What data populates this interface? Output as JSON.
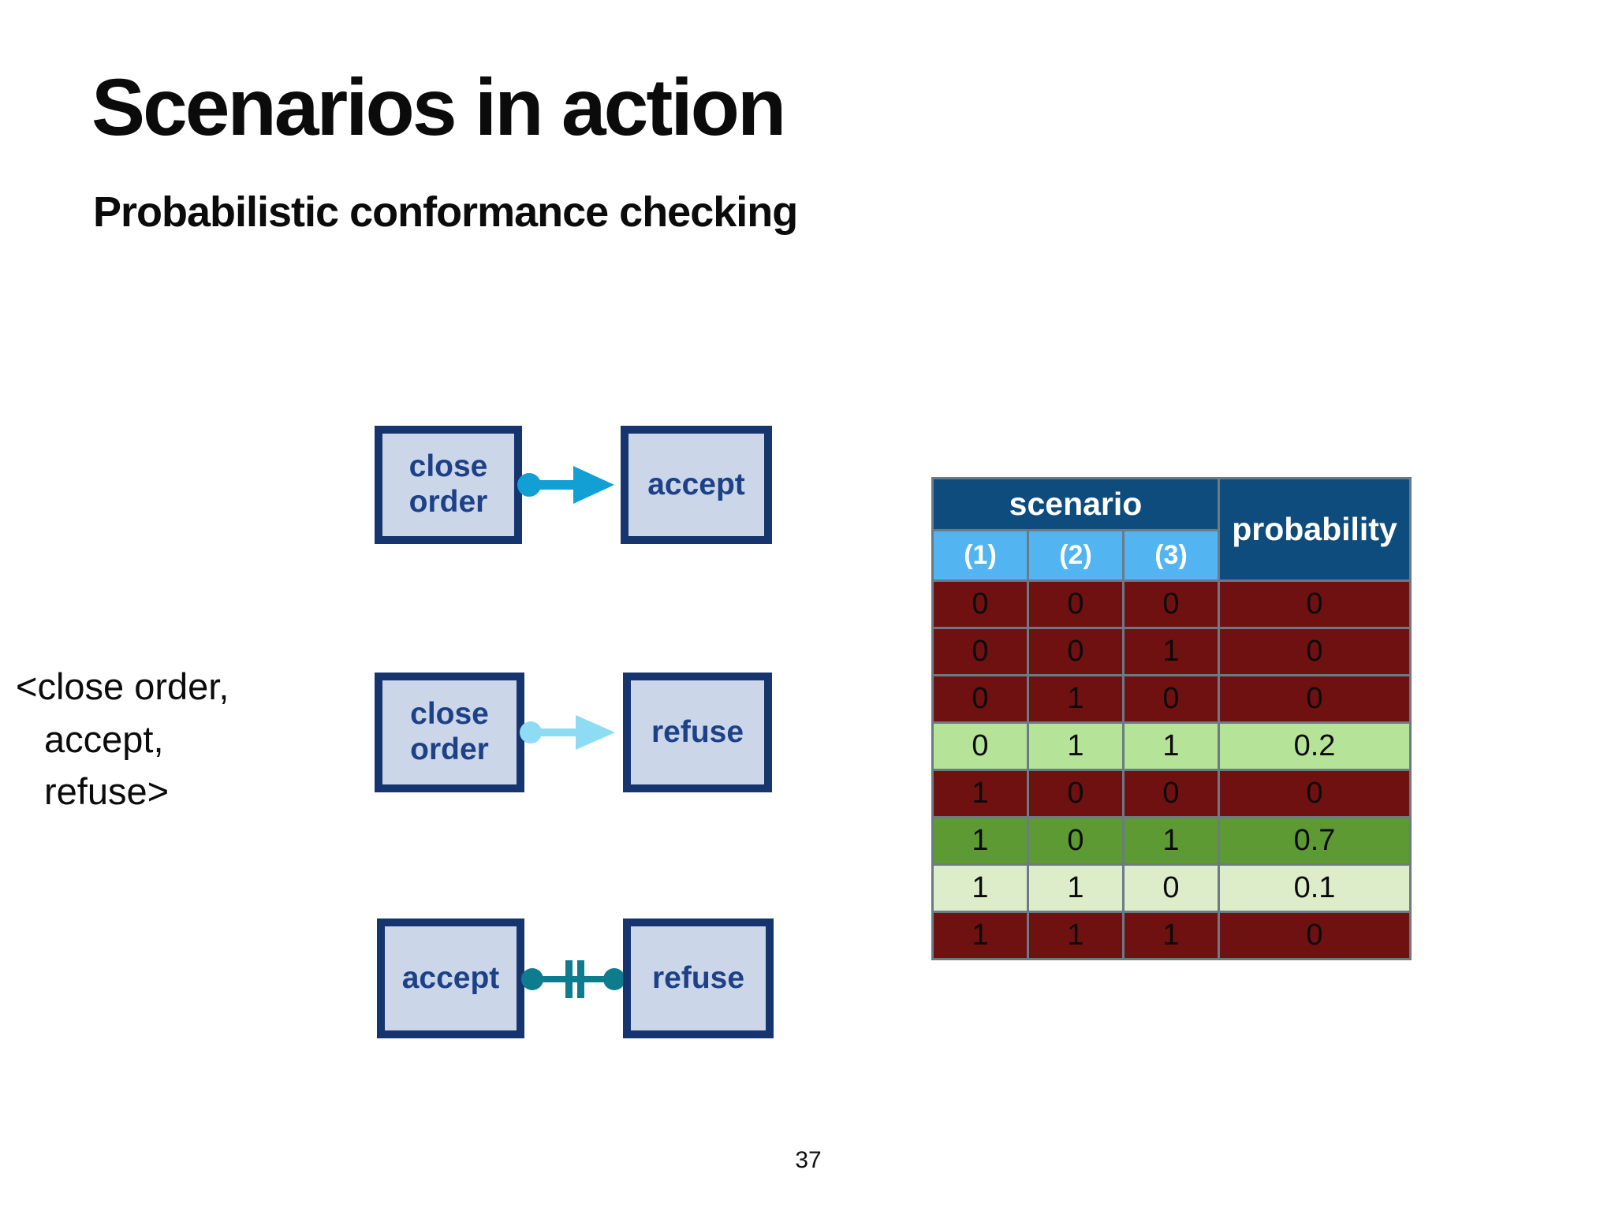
{
  "slide": {
    "title": "Scenarios in action",
    "subtitle": "Probabilistic conformance checking",
    "page_number": "37"
  },
  "trace": {
    "lines": [
      "<close order,",
      "accept,",
      "refuse>"
    ]
  },
  "diagrams": [
    {
      "source": "close order",
      "target": "accept",
      "connector": "dot-arrow",
      "connector_color": "#12a0d4"
    },
    {
      "source": "close order",
      "target": "refuse",
      "connector": "dot-arrow",
      "connector_color": "#8ddcf4"
    },
    {
      "source": "accept",
      "target": "refuse",
      "connector": "non-coexistence",
      "connector_color": "#0f7b8e"
    }
  ],
  "table": {
    "header": {
      "scenario_label": "scenario",
      "probability_label": "probability",
      "subcolumns": [
        "(1)",
        "(2)",
        "(3)"
      ]
    },
    "rows": [
      {
        "cells": [
          "0",
          "0",
          "0",
          "0"
        ],
        "color": "#6e1110"
      },
      {
        "cells": [
          "0",
          "0",
          "1",
          "0"
        ],
        "color": "#6e1110"
      },
      {
        "cells": [
          "0",
          "1",
          "0",
          "0"
        ],
        "color": "#6e1110"
      },
      {
        "cells": [
          "0",
          "1",
          "1",
          "0.2"
        ],
        "color": "#b5e398"
      },
      {
        "cells": [
          "1",
          "0",
          "0",
          "0"
        ],
        "color": "#6e1110"
      },
      {
        "cells": [
          "1",
          "0",
          "1",
          "0.7"
        ],
        "color": "#5d9a33"
      },
      {
        "cells": [
          "1",
          "1",
          "0",
          "0.1"
        ],
        "color": "#ddedca"
      },
      {
        "cells": [
          "1",
          "1",
          "1",
          "0"
        ],
        "color": "#6e1110"
      }
    ],
    "colors": {
      "header_bg": "#0f4c7e",
      "subheader_bg": "#52b4f0",
      "zero_row_bg": "#6e1110",
      "grid_line": "#6b7a85"
    }
  },
  "chart_data": {
    "type": "table",
    "title": "scenario / probability",
    "columns": [
      "scenario (1)",
      "scenario (2)",
      "scenario (3)",
      "probability"
    ],
    "rows": [
      [
        0,
        0,
        0,
        0
      ],
      [
        0,
        0,
        1,
        0
      ],
      [
        0,
        1,
        0,
        0
      ],
      [
        0,
        1,
        1,
        0.2
      ],
      [
        1,
        0,
        0,
        0
      ],
      [
        1,
        0,
        1,
        0.7
      ],
      [
        1,
        1,
        0,
        0.1
      ],
      [
        1,
        1,
        1,
        0
      ]
    ]
  }
}
